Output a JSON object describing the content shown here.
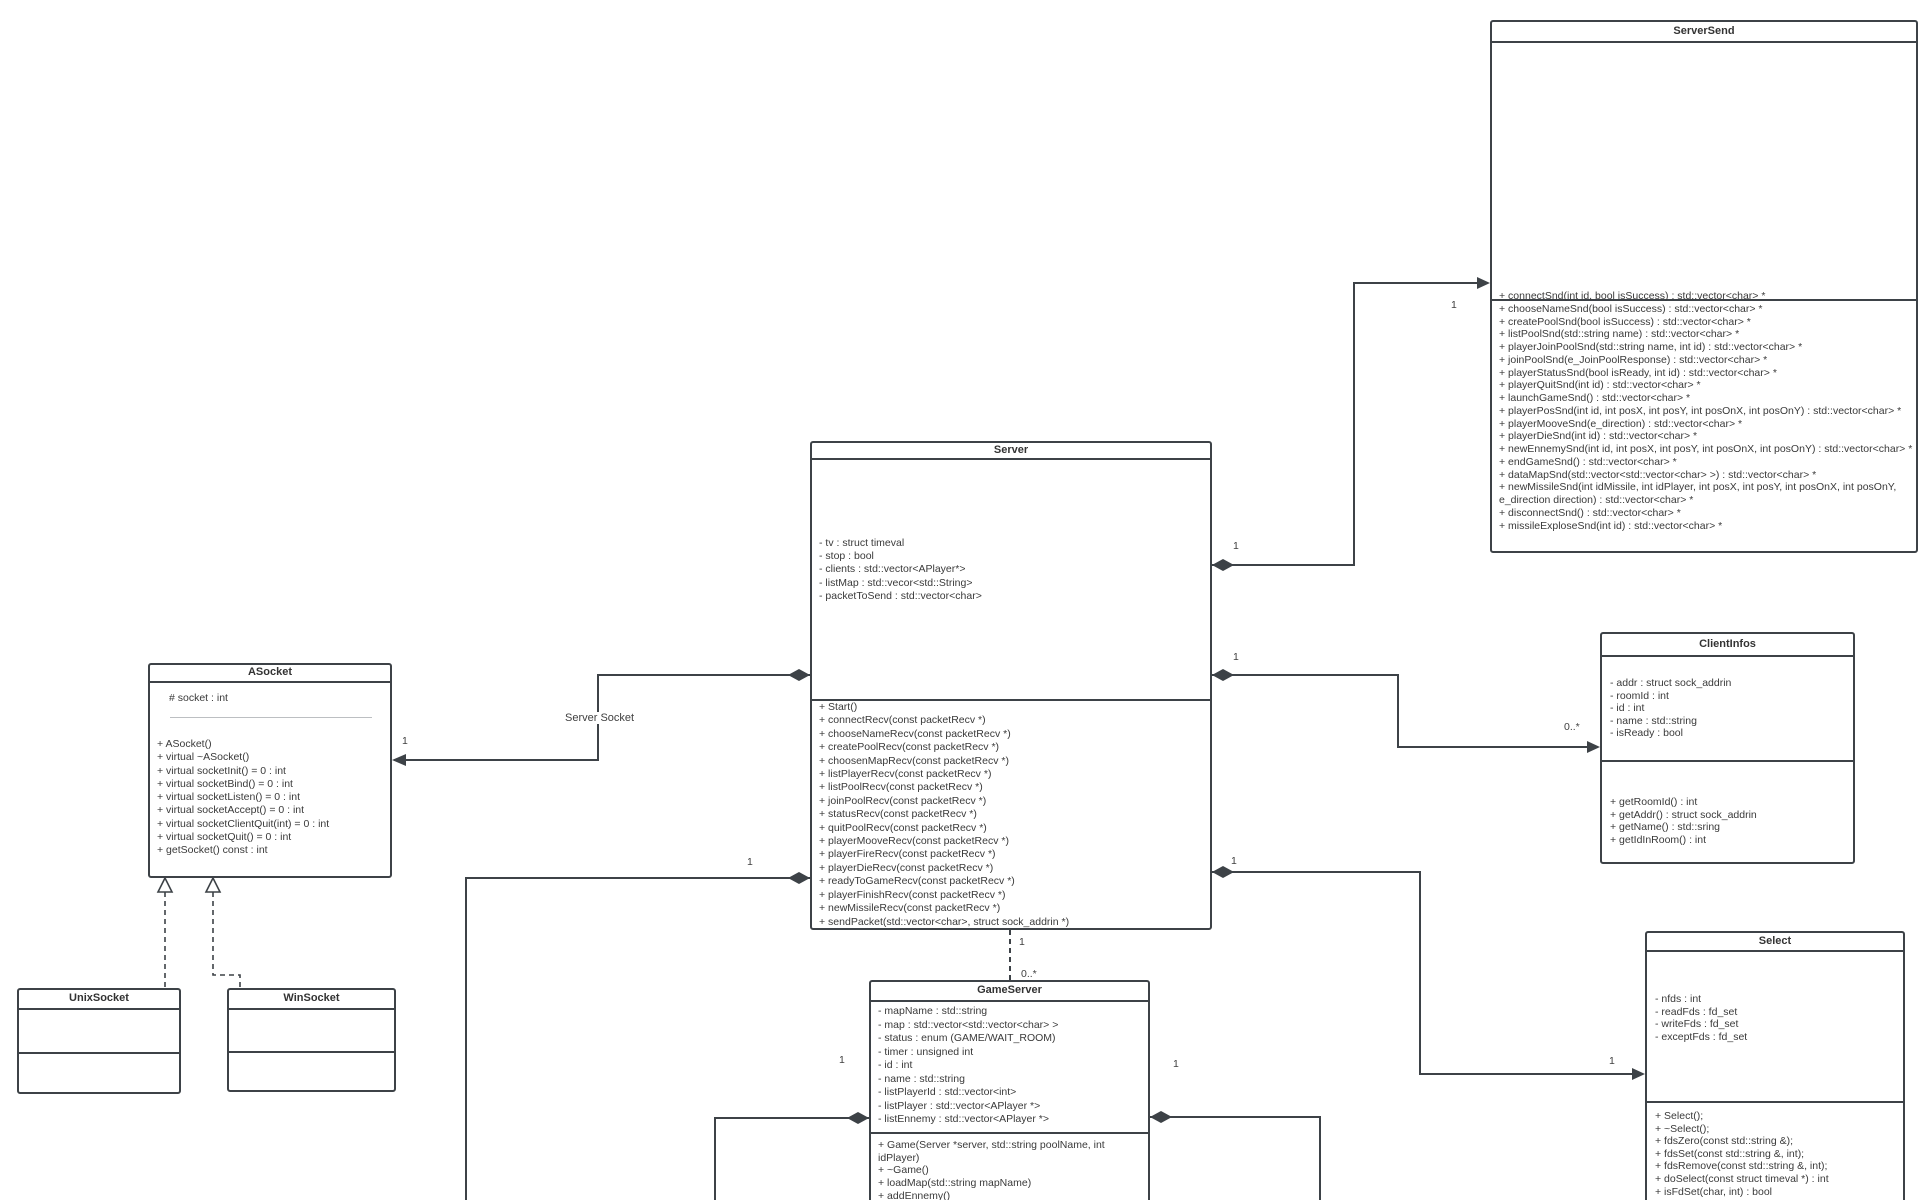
{
  "labels": {
    "one": "1",
    "zero_many": "0..*",
    "server_socket": "Server Socket"
  },
  "classes": {
    "serversend": {
      "name": "ServerSend",
      "attributes": [],
      "methods": [
        "+ connectSnd(int id, bool isSuccess) : std::vector<char> *",
        "+ chooseNameSnd(bool isSuccess) : std::vector<char> *",
        "+ createPoolSnd(bool isSuccess) : std::vector<char> *",
        "+ listPoolSnd(std::string name)  : std::vector<char> *",
        "+ playerJoinPoolSnd(std::string name, int id) : std::vector<char> *",
        "+ joinPoolSnd(e_JoinPoolResponse) : std::vector<char> *",
        "+ playerStatusSnd(bool isReady, int id) : std::vector<char> *",
        "+ playerQuitSnd(int id) : std::vector<char> *",
        "+ launchGameSnd() : std::vector<char> *",
        "+ playerPosSnd(int id, int posX, int posY, int posOnX, int posOnY) : std::vector<char> *",
        "+ playerMooveSnd(e_direction) : std::vector<char> *",
        "+ playerDieSnd(int id) : std::vector<char> *",
        "+ newEnnemySnd(int id, int posX, int posY, int posOnX, int posOnY) : std::vector<char> *",
        "+ endGameSnd() : std::vector<char> *",
        "+ dataMapSnd(std::vector<std::vector<char> >) : std::vector<char> *",
        "+ newMissileSnd(int idMissile, int idPlayer, int posX, int posY, int posOnX, int posOnY, e_direction direction) : std::vector<char> *",
        "+ disconnectSnd() : std::vector<char> *",
        "+ missileExploseSnd(int id) : std::vector<char> *"
      ]
    },
    "server": {
      "name": "Server",
      "attributes": [
        "- tv : struct timeval",
        "- stop : bool",
        "- clients : std::vector<APlayer*>",
        "- listMap : std::vecor<std::String>",
        "- packetToSend : std::vector<char>"
      ],
      "methods": [
        "+ Start()",
        "+ connectRecv(const packetRecv *)",
        "+ chooseNameRecv(const packetRecv *)",
        "+ createPoolRecv(const packetRecv *)",
        "+ choosenMapRecv(const packetRecv *)",
        "+ listPlayerRecv(const packetRecv *)",
        "+ listPoolRecv(const packetRecv *)",
        "+ joinPoolRecv(const packetRecv *)",
        "+ statusRecv(const packetRecv *)",
        "+ quitPoolRecv(const packetRecv *)",
        "+ playerMooveRecv(const packetRecv *)",
        "+ playerFireRecv(const packetRecv *)",
        "+ playerDieRecv(const packetRecv *)",
        "+ readyToGameRecv(const packetRecv *)",
        "+ playerFinishRecv(const packetRecv *)",
        "+ newMissileRecv(const packetRecv *)",
        "+ sendPacket(std::vector<char>, struct sock_addrin *)"
      ]
    },
    "asocket": {
      "name": "ASocket",
      "attributes": [
        "# socket : int"
      ],
      "methods": [
        "+ ASocket()",
        "+ virtual ~ASocket()",
        "+ virtual socketInit() = 0 : int",
        "+ virtual socketBind() = 0 : int",
        "+ virtual socketListen() = 0 : int",
        "+ virtual socketAccept() = 0 : int",
        "+ virtual socketClientQuit(int) = 0 : int",
        "+ virtual socketQuit() = 0 : int",
        "+ getSocket() const : int"
      ]
    },
    "unixsocket": {
      "name": "UnixSocket",
      "attributes": [],
      "methods": []
    },
    "winsocket": {
      "name": "WinSocket",
      "attributes": [],
      "methods": []
    },
    "clientinfos": {
      "name": "ClientInfos",
      "attributes": [
        "- addr : struct sock_addrin",
        "- roomId : int",
        "- id : int",
        "- name : std::string",
        "- isReady : bool"
      ],
      "methods": [
        "+ getRoomId() : int",
        "+ getAddr() : struct sock_addrin",
        "+ getName() : std::sring",
        "+ getIdInRoom() : int"
      ]
    },
    "gameserver": {
      "name": "GameServer",
      "attributes": [
        "- mapName : std::string",
        "- map : std::vector<std::vector<char> >",
        "- status : enum (GAME/WAIT_ROOM)",
        "- timer : unsigned int",
        "- id : int",
        "- name : std::string",
        "- listPlayerId : std::vector<int>",
        "- listPlayer : std::vector<APlayer *>",
        "- listEnnemy : std::vector<APlayer *>"
      ],
      "methods": [
        "+ Game(Server *server, std::string poolName, int idPlayer)",
        "+ ~Game()",
        "+ loadMap(std::string mapName)",
        "+ addEnnemy()"
      ]
    },
    "select": {
      "name": "Select",
      "attributes": [
        "- nfds : int",
        "- readFds : fd_set",
        "- writeFds : fd_set",
        "- exceptFds : fd_set"
      ],
      "methods": [
        "+ Select();",
        "+ ~Select();",
        "+ fdsZero(const std::string &);",
        "+ fdsSet(const std::string &, int);",
        "+ fdsRemove(const std::string &, int);",
        "+ doSelect(const struct timeval *) : int",
        "+ isFdSet(char, int) : bool"
      ]
    }
  }
}
